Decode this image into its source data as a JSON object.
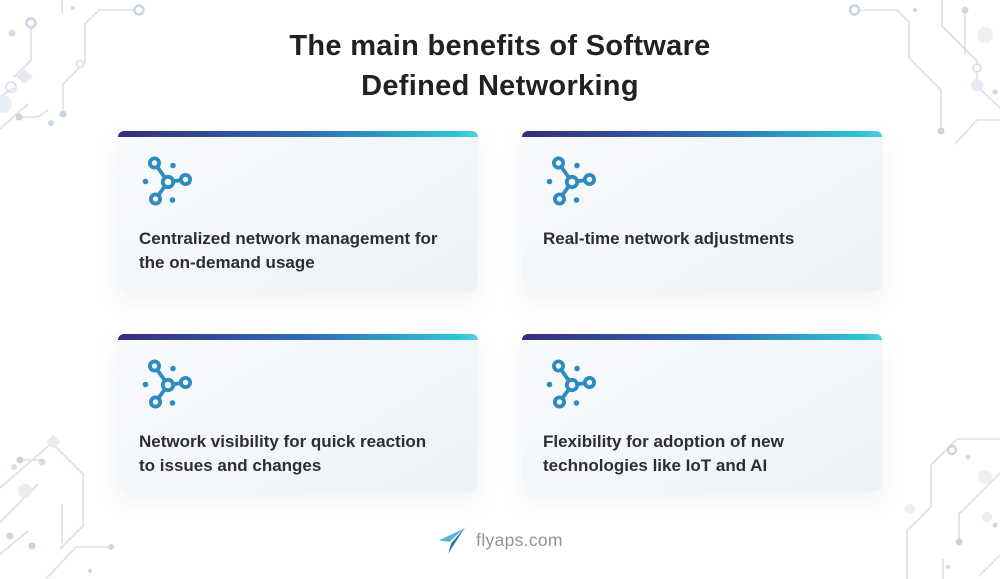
{
  "title": {
    "lines": [
      "The main benefits of Software",
      "Defined Networking"
    ]
  },
  "cards": [
    {
      "icon": "network-nodes-icon",
      "text": "Centralized network management for the on-demand usage"
    },
    {
      "icon": "network-nodes-icon",
      "text": "Real-time network adjustments"
    },
    {
      "icon": "network-nodes-icon",
      "text": "Network visibility for quick reaction to issues and changes"
    },
    {
      "icon": "network-nodes-icon",
      "text": "Flexibility for adoption of new technologies like IoT and AI"
    }
  ],
  "footer": {
    "logo_icon": "paper-plane-icon",
    "brand": "flyaps.com"
  },
  "colors": {
    "accent_gradient_start": "#3a2b7e",
    "accent_gradient_mid": "#2e6cb3",
    "accent_gradient_end": "#2fc3d4",
    "icon_blue": "#2e8bbd",
    "title_text": "#212124",
    "card_text": "#2d2d33",
    "card_background": "#f3f6f9",
    "footer_text": "#8d959d",
    "decoration_lines": "#d8e0e8"
  },
  "decorations": {
    "style": "circuit-traces",
    "corners": [
      "top-left",
      "top-right",
      "bottom-left",
      "bottom-right"
    ]
  }
}
